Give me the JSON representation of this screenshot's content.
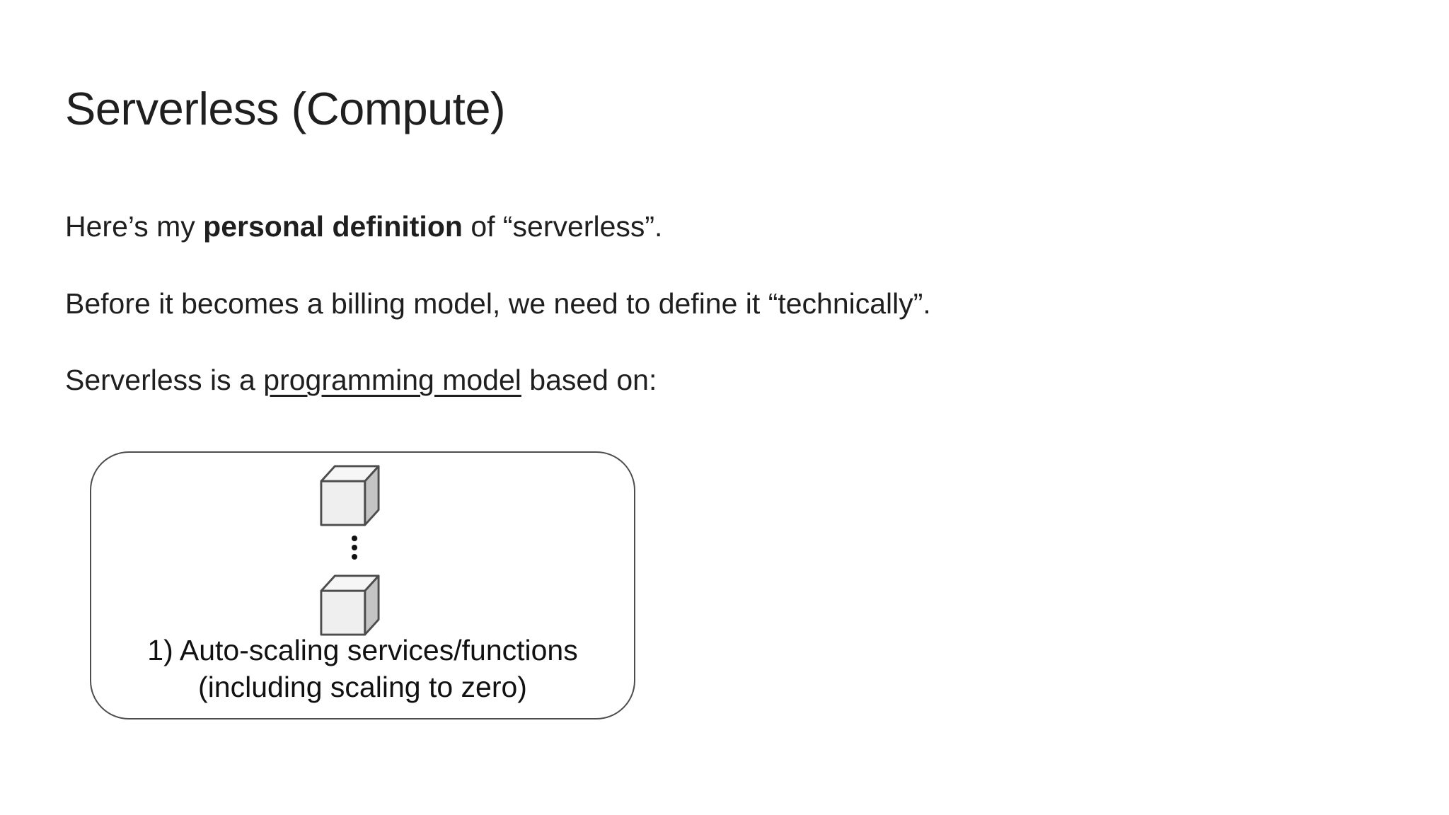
{
  "slide": {
    "title": "Serverless (Compute)",
    "intro": {
      "pre": "Here’s my ",
      "bold": "personal definition",
      "post": " of “serverless”."
    },
    "billing_line": "Before it becomes a billing model, we need to define it “technically”.",
    "definition": {
      "pre": "Serverless is a ",
      "underlined": "programming model",
      "post": " based on:"
    },
    "diagram": {
      "caption_line1": "1) Auto-scaling services/functions",
      "caption_line2": "(including scaling to zero)"
    },
    "colors": {
      "text": "#1f1f1f",
      "box_border": "#4d4d4d",
      "cube_front": "#efefef",
      "cube_top": "#f6f6f6",
      "cube_side": "#c4c4c4",
      "cube_stroke": "#4d4d4d"
    }
  }
}
